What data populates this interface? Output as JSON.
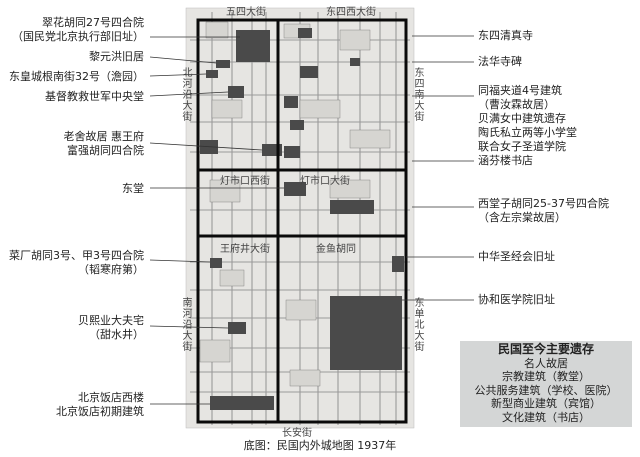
{
  "map": {
    "streets": {
      "wusi": "五四大街",
      "dongsi_west": "东四西大街",
      "beiheyan": "北河沿大街",
      "dongsi_south": "东四南大街",
      "dengshikou_west": "灯市口西街",
      "dengshikou_east": "灯市口大街",
      "jinyu": "金鱼胡同",
      "wangfujing": "王府井大街",
      "nanheyan": "南河沿大街",
      "dongdan_north": "东单北大街",
      "changan": "长安街"
    },
    "landmarks_left": [
      {
        "lines": [
          "翠花胡同27号四合院",
          "（国民党北京执行部旧址）"
        ]
      },
      {
        "lines": [
          "黎元洪旧居"
        ]
      },
      {
        "lines": [
          "东皇城根南街32号（澹园）"
        ]
      },
      {
        "lines": [
          "基督教救世军中央堂"
        ]
      },
      {
        "lines": [
          "老舍故居  惠王府",
          "富强胡同四合院"
        ]
      },
      {
        "lines": [
          "东堂"
        ]
      },
      {
        "lines": [
          "菜厂胡同3号、甲3号四合院",
          "（韬寒府第）"
        ]
      },
      {
        "lines": [
          "贝熙业大夫宅",
          "（甜水井）"
        ]
      },
      {
        "lines": [
          "北京饭店西楼",
          "北京饭店初期建筑"
        ]
      }
    ],
    "landmarks_right": [
      {
        "lines": [
          "东四清真寺"
        ]
      },
      {
        "lines": [
          "法华寺碑"
        ]
      },
      {
        "lines": [
          "同福夹道4号建筑",
          "（曹汝霖故居）",
          "贝满女中建筑遗存",
          "陶氏私立两等小学堂",
          "联合女子圣道学院"
        ]
      },
      {
        "lines": [
          "涵芬楼书店"
        ]
      },
      {
        "lines": [
          "西堂子胡同25-37号四合院",
          "（含左宗棠故居）"
        ]
      },
      {
        "lines": [
          "中华圣经会旧址"
        ]
      },
      {
        "lines": [
          "协和医学院旧址"
        ]
      }
    ]
  },
  "legend": {
    "title": "民国至今主要遗存",
    "items": [
      "名人故居",
      "宗教建筑（教堂）",
      "公共服务建筑（学校、医院）",
      "新型商业建筑（宾馆）",
      "文化建筑（书店）"
    ]
  },
  "caption": "底图：民国内外城地图 1937年",
  "colors": {
    "map_bg": "#e9e8e6",
    "block": "#d9d8d5",
    "highlight": "#4a4a4a",
    "grid": "#0a0a0a",
    "legend_bg": "#d4d6d6"
  }
}
